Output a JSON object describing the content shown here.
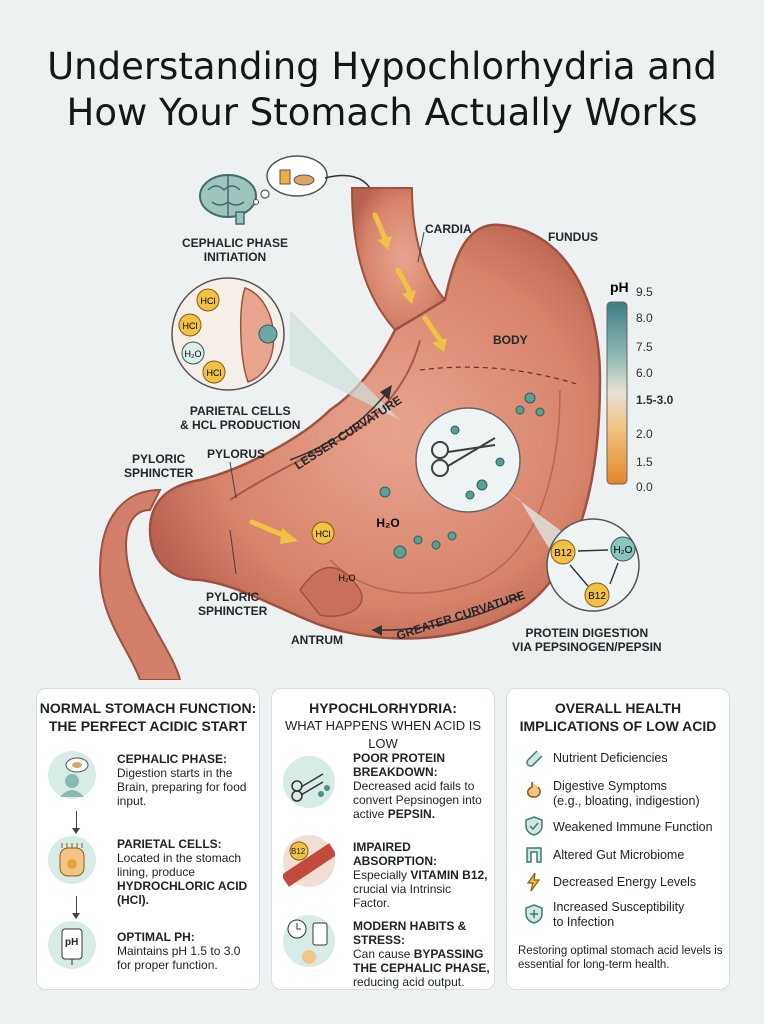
{
  "title": {
    "line1": "Understanding Hypochlorhydria and",
    "line2": "How Your Stomach Actually Works"
  },
  "labels": {
    "cephalic_phase": "CEPHALIC PHASE\nINITIATION",
    "cardia": "CARDIA",
    "fundus": "FUNDUS",
    "body": "BODY",
    "parietal_cells": "PARIETAL CELLS\n& HCl PRODUCTION",
    "lesser_curvature": "LESSER CURVATURE",
    "greater_curvature": "GREATER CURVATURE",
    "pyloric_sphincter_top": "PYLORIC\nSPHINCTER",
    "pylorus": "PYLORUS",
    "pyloric_sphincter_bottom": "PYLORIC\nSPHINCTER",
    "antrum": "ANTRUM",
    "protein_digestion": "PROTEIN DIGESTION\nVIA PEPSINOGEN/PEPSIN"
  },
  "molecules": {
    "hcl": "HCl",
    "h2o": "H₂O",
    "h2o_plain": "H2O",
    "b12": "B12"
  },
  "ph_scale": {
    "label": "pH",
    "values": [
      "9.5",
      "8.0",
      "7.5",
      "6.0",
      "1.5-3.0",
      "2.0",
      "1.5",
      "0.0"
    ],
    "colors": {
      "high": "#3e7d84",
      "mid": "#e9e3d4",
      "low": "#e58e2c"
    }
  },
  "cards": {
    "normal": {
      "title": "NORMAL STOMACH FUNCTION:\nTHE PERFECT ACIDIC START",
      "items": [
        {
          "head": "CEPHALIC PHASE:",
          "text": "Digestion starts in the Brain, preparing for food input."
        },
        {
          "head": "PARIETAL CELLS:",
          "text": "Located in the stomach lining, produce",
          "bold": "HYDROCHLORIC ACID (HCl)."
        },
        {
          "head": "OPTIMAL pH:",
          "text": "Maintains pH 1.5 to 3.0 for proper function.",
          "icon_text": "pH"
        }
      ]
    },
    "hypo": {
      "title": "HYPOCHLORHYDRIA:",
      "subtitle": "WHAT HAPPENS WHEN ACID IS LOW",
      "items": [
        {
          "head": "POOR PROTEIN BREAKDOWN:",
          "text": "Decreased acid fails to convert Pepsinogen into active",
          "bold": "PEPSIN."
        },
        {
          "head": "IMPAIRED ABSORPTION:",
          "pre": "Especially",
          "bold": "VITAMIN B12,",
          "text": "crucial via Intrinsic Factor.",
          "icon_text": "B12"
        },
        {
          "head": "MODERN HABITS & STRESS:",
          "text": "Can cause",
          "bold": "BYPASSING THE CEPHALIC PHASE,",
          "text2": "reducing acid output."
        }
      ]
    },
    "health": {
      "title": "OVERALL HEALTH\nIMPLICATIONS OF LOW ACID",
      "items": [
        "Nutrient Deficiencies",
        "Digestive Symptoms\n(e.g., bloating, indigestion)",
        "Weakened Immune Function",
        "Altered Gut Microbiome",
        "Decreased Energy Levels",
        "Increased Susceptibility\nto Infection"
      ],
      "icons": [
        "test-tube-icon",
        "stomach-icon",
        "shield-check-icon",
        "intestine-icon",
        "lightning-icon",
        "shield-plus-icon"
      ],
      "footer": "Restoring optimal stomach acid levels is essential for long-term health."
    }
  },
  "colors": {
    "teal": "#3f8a82",
    "stomach": "#d98b72",
    "stomach_dark": "#b86450",
    "orange": "#e5a33c",
    "background": "#eef1f2"
  }
}
